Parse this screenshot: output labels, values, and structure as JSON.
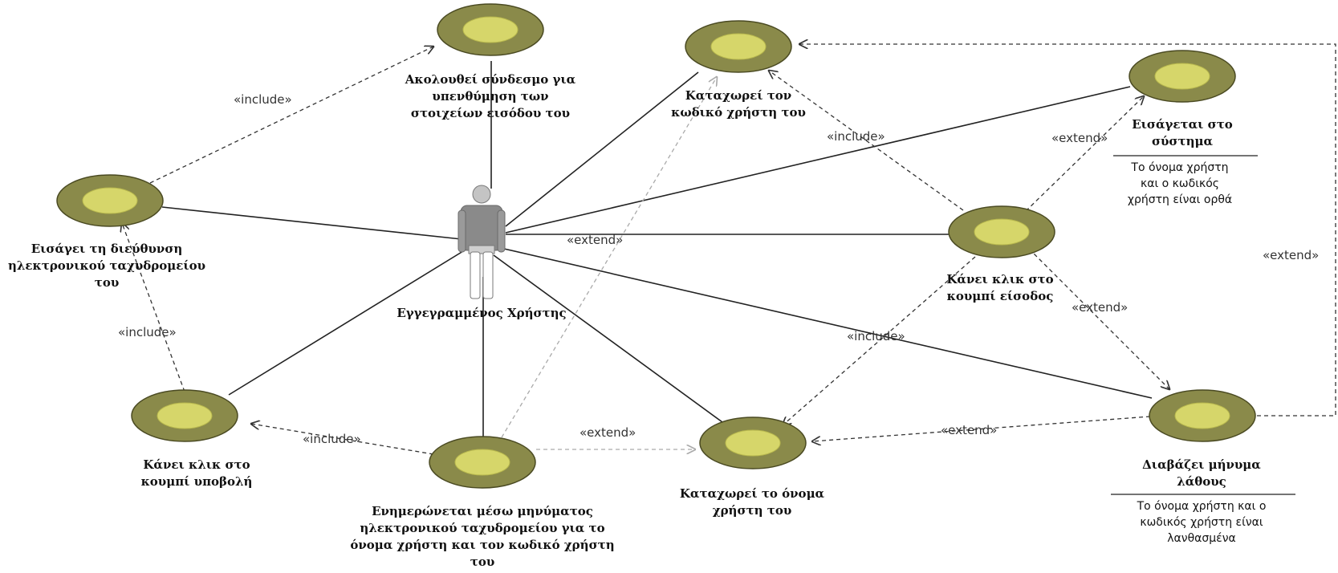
{
  "diagram": {
    "actor": {
      "name": "Εγγεγραμμένος Χρήστης"
    },
    "use_cases": {
      "follow_link": "Ακολουθεί σύνδεσμο για|υπενθύμηση των|στοιχείων εισόδου του",
      "enter_password": "Καταχωρεί τον|κωδικό χρήστη του",
      "enter_system": "Εισάγεται στο|σύστημα",
      "enter_email": "Εισάγει τη διεύθυνση|ηλεκτρονικού ταχυδρομείου|του",
      "click_login": "Κάνει κλικ στο|κουμπί είσοδος",
      "click_submit": "Κάνει κλικ στο|κουμπί υποβολή",
      "informed_email": "Ενημερώνεται μέσω μηνύματος|ηλεκτρονικού ταχυδρομείου για το|όνομα χρήστη και τον κωδικό χρήστη|του",
      "enter_username": "Καταχωρεί το όνομα|χρήστη του",
      "read_error": "Διαβάζει μήνυμα|λάθους"
    },
    "notes": {
      "enter_system_condition": "Το όνομα χρήστη|και ο κωδικός|χρήστη είναι ορθά",
      "read_error_condition": "Το όνομα χρήστη και ο|κωδικός χρήστη είναι|λανθασμένα"
    },
    "stereotypes": {
      "include": "«include»",
      "extend": "«extend»"
    },
    "colors": {
      "ellipse_outer": "#8a8a4a",
      "ellipse_inner": "#d6d66a",
      "ellipse_stroke": "#4a4a22",
      "line": "#222222",
      "dashed": "#333333",
      "dashed_light": "#aaaaaa"
    }
  }
}
